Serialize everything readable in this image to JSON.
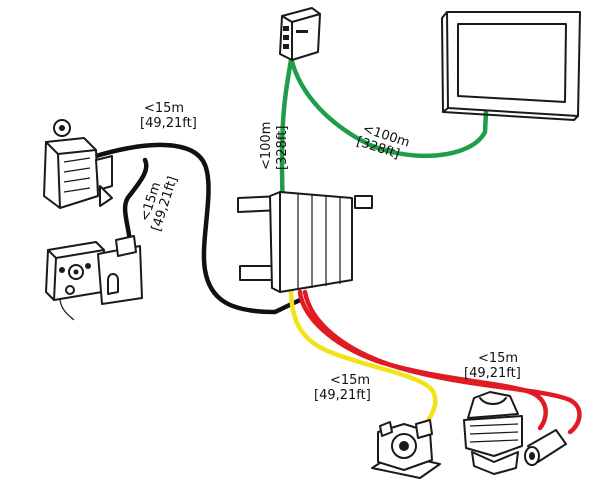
{
  "labels": {
    "black_cable_top": "<15m",
    "black_cable_top_ft": "[49,21ft]",
    "black_cable_side": "<15m",
    "black_cable_side_ft": "[49,21ft]",
    "green_vertical": "<100m",
    "green_vertical_ft": "[328ft]",
    "green_diagonal": "<100m",
    "green_diagonal_ft": "[328ft]",
    "red_cable": "<15m",
    "red_cable_ft": "[49,21ft]",
    "yellow_cable": "<15m",
    "yellow_cable_ft": "[49,21ft]"
  },
  "colors": {
    "green_cable": "#1f9e4a",
    "black_cable": "#111111",
    "red_cable": "#e01b24",
    "yellow_cable": "#f2e318",
    "outline": "#1a1a1a"
  }
}
